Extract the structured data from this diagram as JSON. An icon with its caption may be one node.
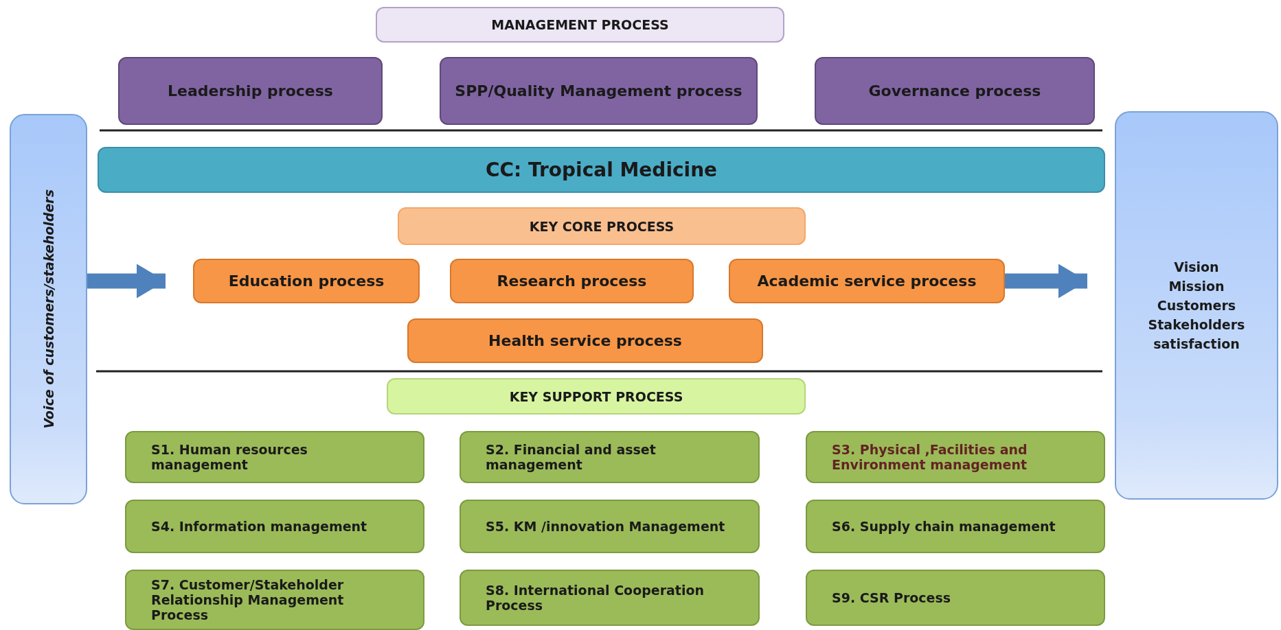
{
  "diagram": {
    "nodes": [
      {
        "text": [
          "MANAGEMENT PROCESS"
        ]
      },
      {
        "text": [
          "Leadership process"
        ]
      },
      {
        "text": [
          "SPP/Quality Management process"
        ]
      },
      {
        "text": [
          "Governance process"
        ]
      },
      {
        "text": [
          "Voice of customers/stakeholders"
        ]
      },
      {
        "text": [
          "CC: Tropical Medicine"
        ]
      },
      {
        "text": [
          "KEY CORE PROCESS"
        ]
      },
      {
        "text": [
          "Education process"
        ]
      },
      {
        "text": [
          "Research process"
        ]
      },
      {
        "text": [
          "Academic service process"
        ]
      },
      {
        "text": [
          "Health service process"
        ]
      },
      {
        "text": [
          "Vision Mission Customers Stakeholders satisfaction"
        ]
      },
      {
        "text": [
          "KEY SUPPORT PROCESS"
        ]
      },
      {
        "text": [
          "S1. Human resources management"
        ]
      },
      {
        "text": [
          "S2. Financial and asset management"
        ]
      },
      {
        "text": [
          "S3. Physical ,Facilities and Environment management"
        ]
      },
      {
        "text": [
          "S4. Information management"
        ]
      },
      {
        "text": [
          "S5. KM /innovation Management"
        ]
      },
      {
        "text": [
          "S6. Supply chain management"
        ]
      },
      {
        "text": [
          "S7. Customer/Stakeholder Relationship Management Process"
        ]
      },
      {
        "text": [
          "S8. International Cooperation Process"
        ]
      },
      {
        "text": [
          "S9. CSR Process"
        ]
      }
    ],
    "edges": [
      {
        "from": 4,
        "to": 7,
        "arrow": "to"
      },
      {
        "from": 9,
        "to": 11,
        "arrow": "to"
      }
    ]
  }
}
